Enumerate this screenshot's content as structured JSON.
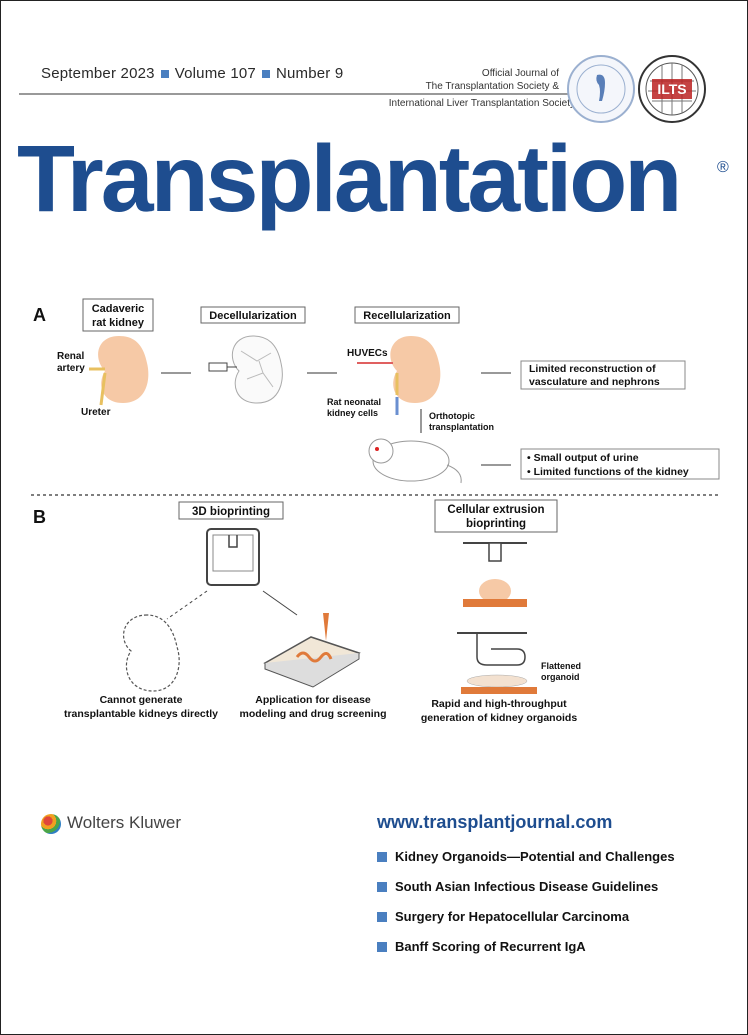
{
  "masthead": {
    "date": "September 2023",
    "volume": "Volume 107",
    "number": "Number 9"
  },
  "official": {
    "line1": "Official Journal of",
    "line2": "The Transplantation Society &",
    "line3": "International Liver Transplantation Society"
  },
  "title": "Transplantation",
  "trademark": "®",
  "seal2_text": "ILTS",
  "figure": {
    "panel_a": "A",
    "panel_b": "B",
    "cadaveric": [
      "Cadaveric",
      "rat kidney"
    ],
    "decellularization": "Decellularization",
    "recellularization": "Recellularization",
    "renal_artery": [
      "Renal",
      "artery"
    ],
    "ureter": "Ureter",
    "huvecs": "HUVECs",
    "rat_neonatal": [
      "Rat neonatal",
      "kidney cells"
    ],
    "limited_reconstruction": [
      "Limited reconstruction of",
      "vasculature and nephrons"
    ],
    "orthotopic": [
      "Orthotopic",
      "transplantation"
    ],
    "small_output": "• Small output of urine",
    "limited_functions": "• Limited functions of the kidney",
    "bioprinting_3d": "3D bioprinting",
    "cellular_extrusion": [
      "Cellular extrusion",
      "bioprinting"
    ],
    "cannot_generate": [
      "Cannot generate",
      "transplantable kidneys directly"
    ],
    "application": [
      "Application for disease",
      "modeling and drug screening"
    ],
    "flattened": [
      "Flattened",
      "organoid"
    ],
    "rapid": [
      "Rapid and high-throughput",
      "generation of kidney organoids"
    ]
  },
  "publisher": "Wolters Kluwer",
  "url": "www.transplantjournal.com",
  "toc": [
    "Kidney Organoids—Potential and Challenges",
    "South Asian Infectious Disease Guidelines",
    "Surgery for Hepatocellular Carcinoma",
    "Banff Scoring of Recurrent IgA"
  ],
  "colors": {
    "brand_blue": "#1e4d8f",
    "bullet_blue": "#4a7fc0",
    "kidney_peach": "#f6c9a6",
    "orange_plate": "#e07a3a"
  }
}
